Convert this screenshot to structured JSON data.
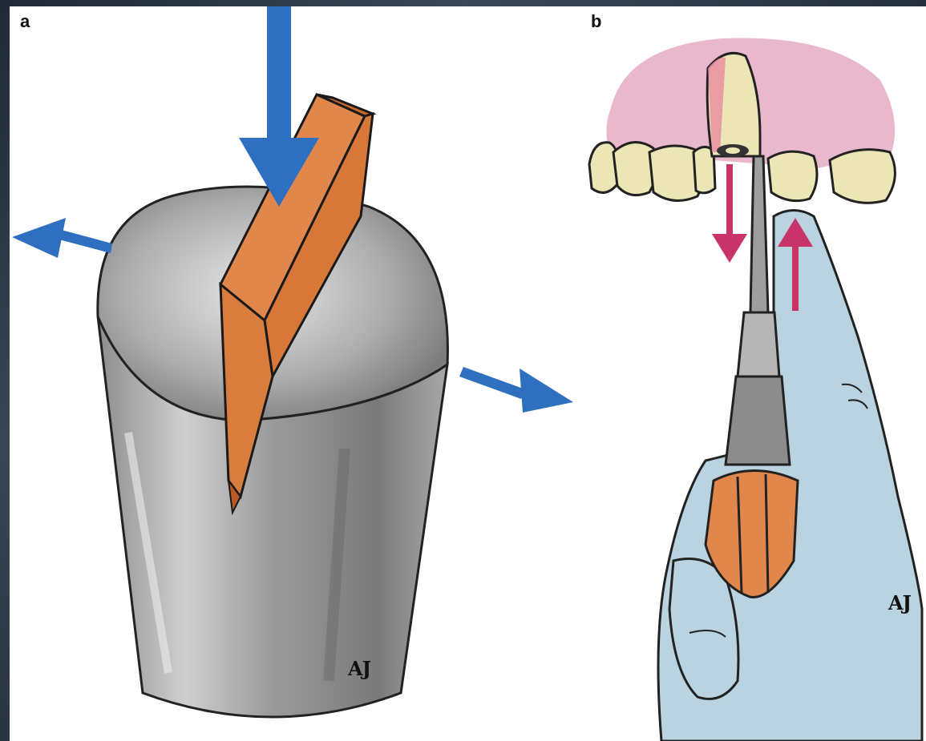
{
  "panels": {
    "a": {
      "label": "a",
      "signature": "AJ"
    },
    "b": {
      "label": "b",
      "signature": "AJ"
    }
  },
  "colors": {
    "force_arrow": "#2f6fbf",
    "motion_arrow": "#c8336a",
    "wedge": "#e2874b",
    "root": "#a9a9a9",
    "gum": "#e9b8cc",
    "tooth": "#ece6b6",
    "glove": "#b9d3e0"
  }
}
